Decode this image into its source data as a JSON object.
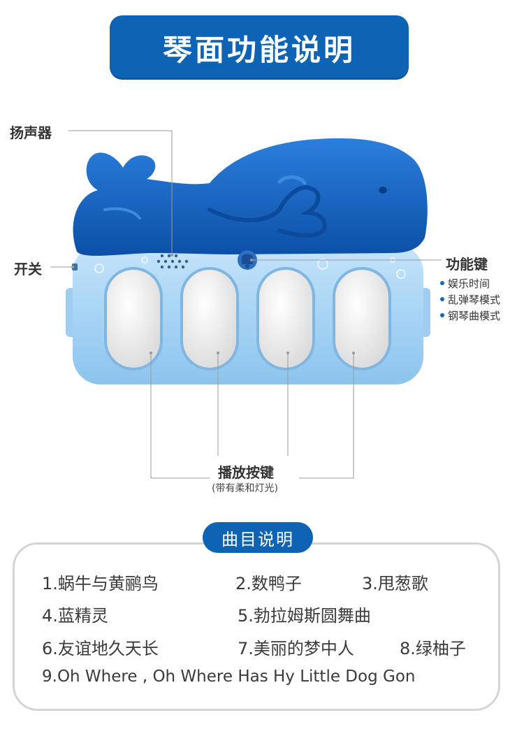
{
  "title": "琴面功能说明",
  "callouts": {
    "speaker": "扬声器",
    "power": "开关",
    "function_key": "功能键",
    "function_modes": [
      "娱乐时间",
      "乱弹琴模式",
      "钢琴曲模式"
    ],
    "play_keys": "播放按键",
    "play_keys_note": "(带有柔和灯光)"
  },
  "songs": {
    "heading": "曲目说明",
    "items": [
      "1.蜗牛与黄鹂鸟",
      "2.数鸭子",
      "3.甩葱歌",
      "4.蓝精灵",
      "5.勃拉姆斯圆舞曲",
      "6.友谊地久天长",
      "7.美丽的梦中人",
      "8.绿柚子",
      "9.Oh Where , Oh Where Has Hy Little Dog Gon"
    ]
  },
  "colors": {
    "brand_blue": "#0e64b4",
    "toy_light_blue": "#a9d6f5",
    "whale_blue": "#1565c8",
    "key_white": "#eeeeee",
    "bullet_blue": "#1769b8"
  },
  "icons": [
    "whale-icon",
    "speaker-grille-icon",
    "bell-icon",
    "flower-icon"
  ]
}
